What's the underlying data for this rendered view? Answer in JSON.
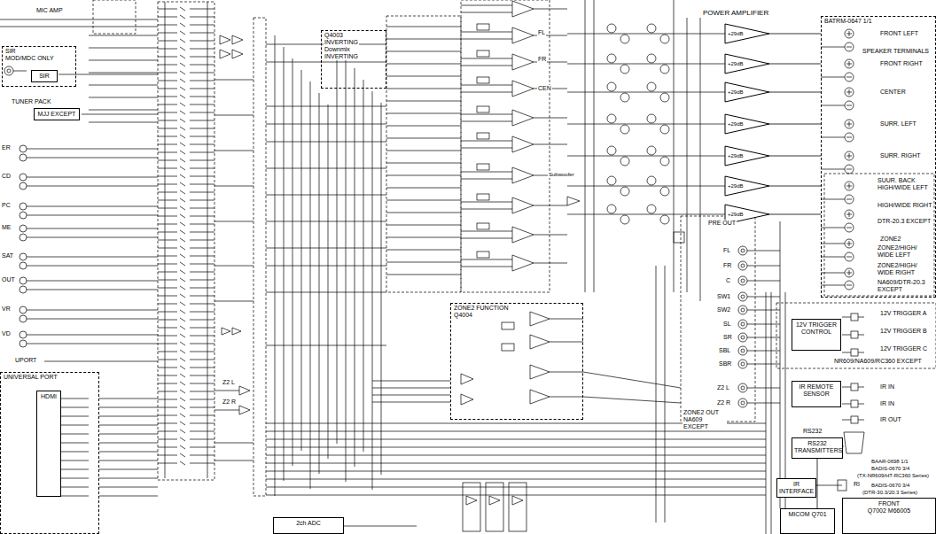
{
  "diagram": {
    "nodes": [
      {
        "text": [
          "SIR",
          "MOD/MDC ONLY"
        ]
      },
      {
        "text": [
          "SIR"
        ],
        "in": 0
      },
      {
        "text": [
          "MJJ EXCEPT"
        ]
      },
      {
        "text": [
          "Q4003",
          "INVERTING",
          "Downmix",
          "INVERTING"
        ]
      },
      {
        "text": [
          "+29dB"
        ]
      },
      {
        "text": [
          "+29dB"
        ]
      },
      {
        "text": [
          "+29dB"
        ]
      },
      {
        "text": [
          "+29dB"
        ]
      },
      {
        "text": [
          "+29dB"
        ]
      },
      {
        "text": [
          "+29dB"
        ]
      },
      {
        "text": [
          "+29dB"
        ]
      },
      {
        "text": [
          "BATRM-0647 1/1"
        ]
      },
      {
        "text": [
          "ZONE2 FUNCTION",
          "Q4004"
        ]
      },
      {
        "text": [
          "UNIVERSAL PORT"
        ]
      },
      {
        "text": [
          "HDMI"
        ],
        "in": 13
      },
      {
        "text": [
          "12V TRIGGER CONTROL"
        ]
      },
      {
        "text": [
          "IR REMOTE SENSOR"
        ]
      },
      {
        "text": [
          "RS232 TRANSMITTERS"
        ]
      },
      {
        "text": [
          "IR INTERFACE"
        ]
      },
      {
        "text": [
          "MICOM Q701"
        ]
      },
      {
        "text": [
          "FRONT",
          "Q7002 M66005"
        ]
      },
      {
        "text": [
          "2ch ADC"
        ]
      }
    ],
    "edges": [
      {
        "from": 4,
        "to": 11,
        "arrow": "none"
      },
      {
        "from": 5,
        "to": 11,
        "arrow": "none"
      },
      {
        "from": 6,
        "to": 11,
        "arrow": "none"
      },
      {
        "from": 7,
        "to": 11,
        "arrow": "none"
      },
      {
        "from": 8,
        "to": 11,
        "arrow": "none"
      },
      {
        "from": 9,
        "to": 11,
        "arrow": "none"
      },
      {
        "from": 10,
        "to": 11,
        "arrow": "none"
      },
      {
        "from": 17,
        "to": 19,
        "arrow": "none"
      }
    ],
    "labels": [
      "MIC AMP",
      "TUNER PACK",
      "ER",
      "CD",
      "PC",
      "ME",
      "SAT",
      "OUT",
      "VR",
      "VD",
      "UPORT",
      "POWER AMPLIFIER",
      "FRONT LEFT",
      "SPEAKER TERMINALS",
      "FRONT RIGHT",
      "CENTER",
      "SURR. LEFT",
      "SURR. RIGHT",
      "SUUR. BACK HIGH/WIDE LEFT",
      "HIGH/WIDE RIGHT",
      "DTR-20.3 EXCEPT",
      "ZONE2",
      "ZONE2/HIGH/ WIDE LEFT",
      "ZONE2/HIGH/ WIDE RIGHT",
      "NA609/DTR-20.3 EXCEPT",
      "12V TRIGGER A",
      "12V TRIGGER B",
      "12V TRIGGER C",
      "NR609/NA609/RC360 EXCEPT",
      "IR IN",
      "IR IN",
      "IR OUT",
      "RS232",
      "RI",
      "BAAR-0698 1/1",
      "BADIS-0670 3/4",
      "(TX-NR609/HT-RC360 Series)",
      "BADIS-0670 3/4",
      "(DTR-30.3/20.3 Series)",
      "PRE OUT",
      "FL",
      "FR",
      "C",
      "SW1",
      "SW2",
      "SL",
      "SR",
      "SBL",
      "SBR",
      "Z2 L",
      "Z2 R",
      "ZONE2 OUT NA609 EXCEPT",
      "Subwoofer",
      "Z2 L",
      "Z2 R",
      "CEN",
      "FL",
      "FR"
    ]
  }
}
